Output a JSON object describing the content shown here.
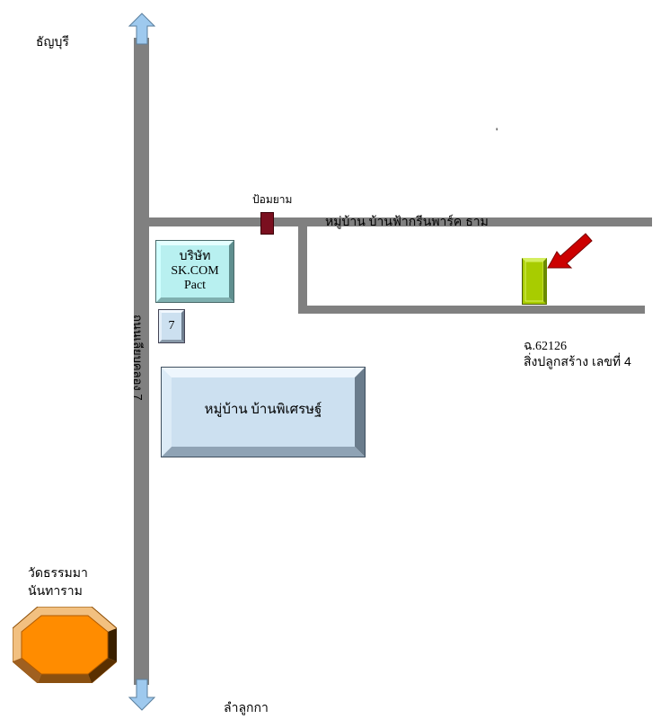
{
  "places": {
    "top_left": "ธัญบุรี",
    "bottom": "ลำลูกกา",
    "temple_line1": "วัดธรรมมา",
    "temple_line2": "นันทาราม"
  },
  "roads": {
    "main_road": "ถนนเลียบคลอง 7",
    "village_road": "หมู่บ้าน บ้านฟ้ากรีนพาร์ค ธาม"
  },
  "landmarks": {
    "police_box": "ป้อมยาม",
    "company_line1": "บริษัท",
    "company_line2": "SK.COM",
    "company_line3": "Pact",
    "seven": "7",
    "village": "หมู่บ้าน บ้านพิเศรษฐ์"
  },
  "target": {
    "code": "ฉ.62126",
    "description": "สิ่งปลูกสร้าง เลขที่ 4"
  },
  "stray_mark": "'",
  "colors": {
    "road": "#808080",
    "building_fill": "#cce0f0",
    "company_fill": "#b8f0f0",
    "police_box": "#7a0f1f",
    "target_box": "#a8cc00",
    "arrow": "#cc0000",
    "temple": "#ff8c00",
    "road_arrow": "#9ec9ee"
  }
}
